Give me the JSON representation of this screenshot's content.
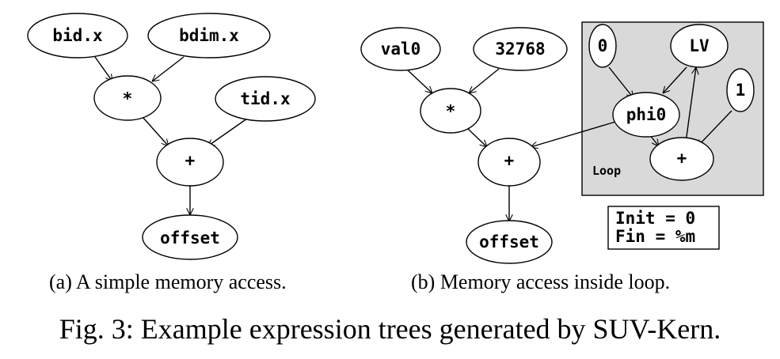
{
  "diagram_a": {
    "nodes": {
      "bidx": "bid.x",
      "bdimx": "bdim.x",
      "mul": "*",
      "tidx": "tid.x",
      "plus": "+",
      "offset": "offset"
    },
    "caption": "(a) A simple memory access."
  },
  "diagram_b": {
    "nodes": {
      "val0": "val0",
      "const": "32768",
      "mul": "*",
      "plus": "+",
      "offset": "offset"
    },
    "loop": {
      "label": "Loop",
      "nodes": {
        "zero": "0",
        "lv": "LV",
        "phi0": "phi0",
        "one": "1",
        "plus": "+"
      },
      "init": "Init = 0",
      "fin": "Fin = %m",
      "fill_color": "#d9d9d9"
    },
    "caption": "(b) Memory access inside loop."
  },
  "figure_caption": "Fig. 3: Example expression trees generated by SUV-Kern."
}
